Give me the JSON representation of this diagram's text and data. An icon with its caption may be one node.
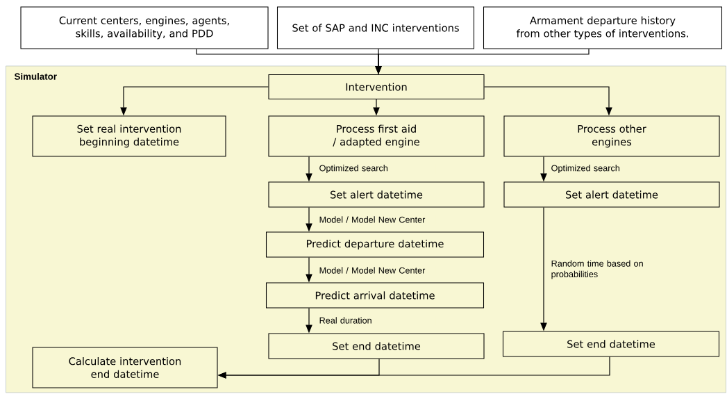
{
  "diagram": {
    "nodes": [
      {
        "text": [
          "Current centers, engines, agents, skills, availability, and PDD"
        ]
      },
      {
        "text": [
          "Set of SAP and INC interventions"
        ]
      },
      {
        "text": [
          "Armament departure history from other types of interventions."
        ]
      },
      {
        "text": [
          "Simulator"
        ]
      },
      {
        "text": [
          "Intervention"
        ],
        "in": 3
      },
      {
        "text": [
          "Set real intervention beginning datetime"
        ],
        "in": 3
      },
      {
        "text": [
          "Process first aid / adapted engine"
        ],
        "in": 3
      },
      {
        "text": [
          "Process other engines"
        ],
        "in": 3
      },
      {
        "text": [
          "Set alert datetime"
        ],
        "in": 3
      },
      {
        "text": [
          "Set alert datetime"
        ],
        "in": 3
      },
      {
        "text": [
          "Predict departure datetime"
        ],
        "in": 3
      },
      {
        "text": [
          "Predict arrival datetime"
        ],
        "in": 3
      },
      {
        "text": [
          "Set end datetime"
        ],
        "in": 3
      },
      {
        "text": [
          "Set end datetime"
        ],
        "in": 3
      },
      {
        "text": [
          "Calculate intervention end datetime"
        ],
        "in": 3
      }
    ],
    "edges": [
      {
        "from": 0,
        "to": 4,
        "arrow": "to"
      },
      {
        "from": 1,
        "to": 4,
        "arrow": "to"
      },
      {
        "from": 2,
        "to": 4,
        "arrow": "to"
      },
      {
        "from": 4,
        "to": 5,
        "arrow": "to"
      },
      {
        "from": 4,
        "to": 6,
        "arrow": "to"
      },
      {
        "from": 4,
        "to": 7,
        "arrow": "to"
      },
      {
        "from": 6,
        "to": 8,
        "arrow": "to",
        "label": "Optimized search"
      },
      {
        "from": 7,
        "to": 9,
        "arrow": "to",
        "label": "Optimized search"
      },
      {
        "from": 8,
        "to": 10,
        "arrow": "to",
        "label": "Model / Model New Center"
      },
      {
        "from": 10,
        "to": 11,
        "arrow": "to",
        "label": "Model / Model New Center"
      },
      {
        "from": 11,
        "to": 12,
        "arrow": "to",
        "label": "Real duration"
      },
      {
        "from": 9,
        "to": 13,
        "arrow": "to",
        "label": "Random time based on probabilities"
      },
      {
        "from": 12,
        "to": 14,
        "arrow": "to"
      },
      {
        "from": 13,
        "to": 14,
        "arrow": "to"
      }
    ]
  }
}
